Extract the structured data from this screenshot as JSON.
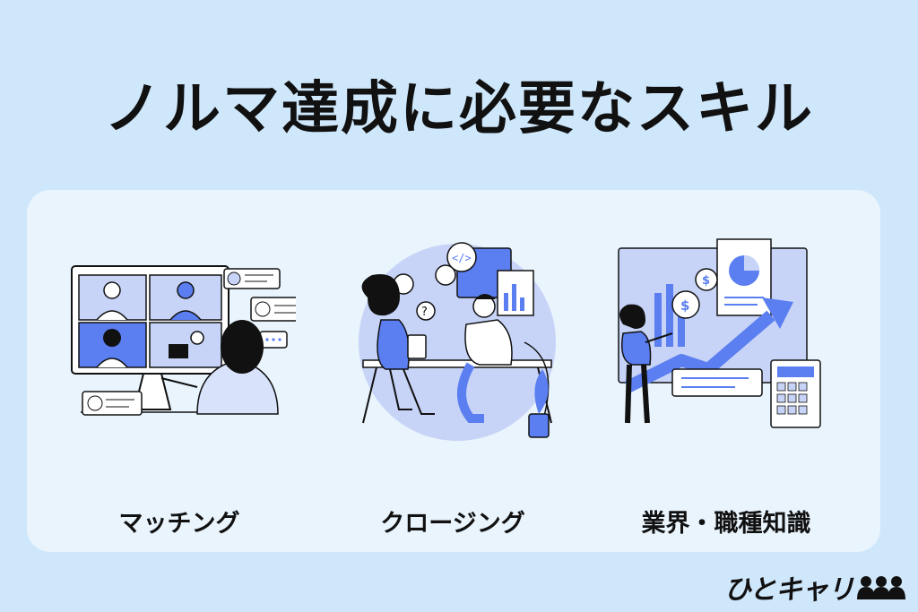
{
  "header": {
    "title": "ノルマ達成に必要なスキル"
  },
  "skills": [
    {
      "label": "マッチング",
      "icon": "video-call-illustration"
    },
    {
      "label": "クロージング",
      "icon": "meeting-illustration"
    },
    {
      "label": "業界・職種知識",
      "icon": "growth-chart-illustration"
    }
  ],
  "brand": {
    "logo_text": "ひとキャリ"
  },
  "colors": {
    "background": "#cfe7fb",
    "card": "#e9f4fd",
    "accent": "#5b7ef0",
    "ink": "#111111"
  }
}
